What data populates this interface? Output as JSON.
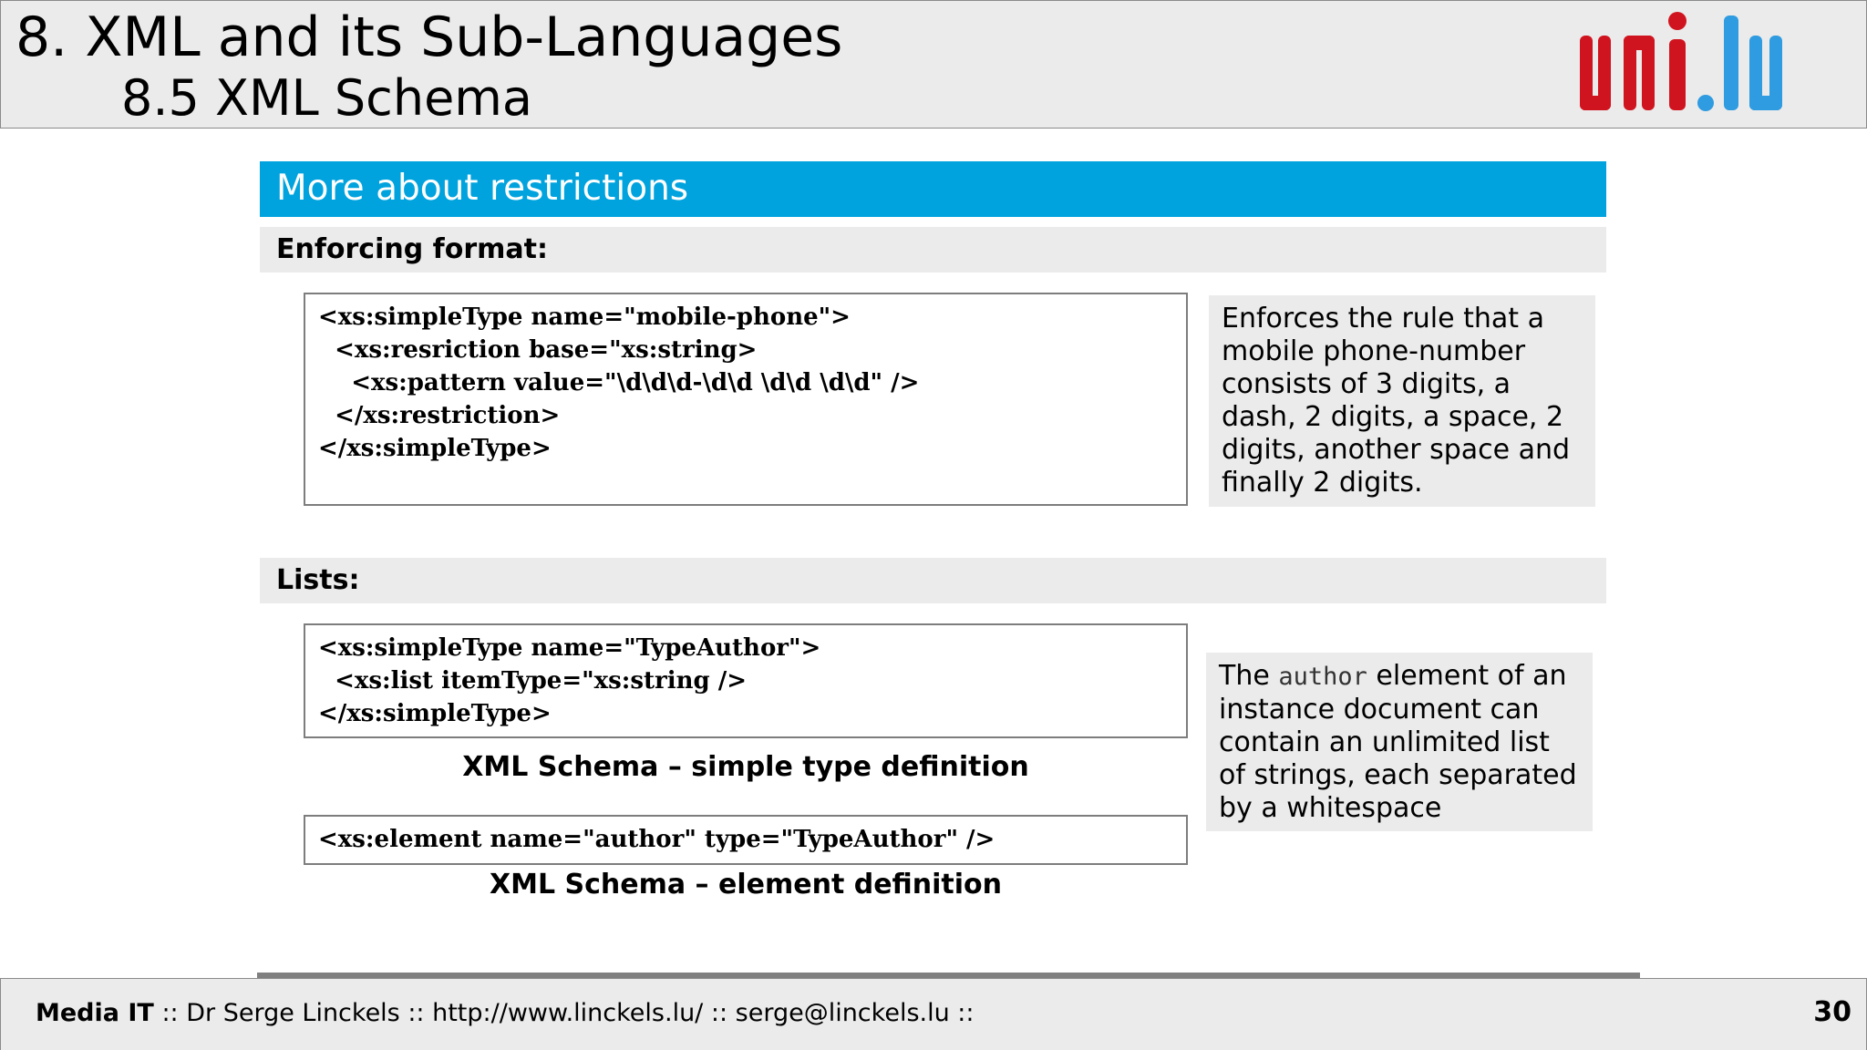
{
  "header": {
    "title": "8. XML and its Sub-Languages",
    "subtitle": "8.5 XML Schema",
    "logo_text": "uni.lu",
    "colors": {
      "logo_red": "#d0141f",
      "logo_blue": "#2f9be0"
    }
  },
  "section": {
    "title": "More about restrictions",
    "color": "#00a3dd"
  },
  "format_block": {
    "heading": "Enforcing format:",
    "code_lines": [
      "<xs:simpleType name=\"mobile-phone\">",
      "  <xs:resriction base=\"xs:string>",
      "    <xs:pattern value=\"\\d\\d\\d-\\d\\d \\d\\d \\d\\d\" />",
      "  </xs:restriction>",
      "</xs:simpleType>"
    ],
    "note": "Enforces the rule that a mobile phone-number consists of 3 digits, a dash, 2 digits, a space, 2 digits, another space and finally 2 digits."
  },
  "lists_block": {
    "heading": "Lists:",
    "simple_type_lines": [
      "<xs:simpleType name=\"TypeAuthor\">",
      "  <xs:list itemType=\"xs:string />",
      "</xs:simpleType>"
    ],
    "simple_type_caption": "XML Schema – simple type definition",
    "element_line": "<xs:element name=\"author\" type=\"TypeAuthor\" />",
    "element_caption": "XML Schema – element definition",
    "note_before": "The ",
    "note_code": "author",
    "note_after": " element of an instance document can contain an unlimited list of strings, each separated by a whitespace"
  },
  "footer": {
    "course": "Media IT",
    "rest": " :: Dr Serge Linckels :: http://www.linckels.lu/ :: serge@linckels.lu ::",
    "page": "30"
  }
}
